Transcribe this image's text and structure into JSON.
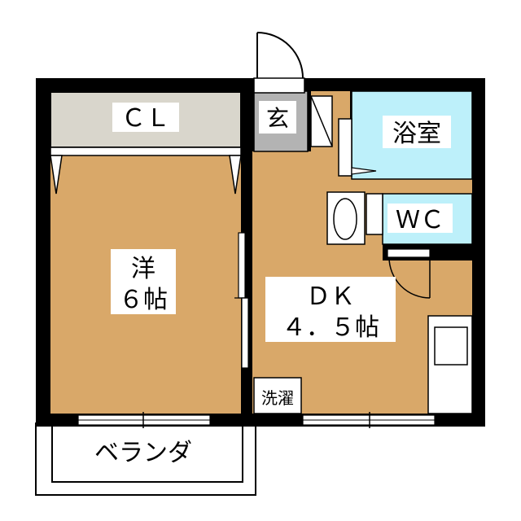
{
  "floorplan": {
    "rooms": {
      "closet": {
        "label": "ＣＬ"
      },
      "western_room": {
        "label_line1": "洋",
        "label_line2": "６帖"
      },
      "entrance": {
        "label": "玄"
      },
      "bathroom": {
        "label": "浴室"
      },
      "toilet": {
        "label": "ＷＣ"
      },
      "dining_kitchen": {
        "label_line1": "ＤＫ",
        "label_line2": "４．５帖"
      },
      "laundry": {
        "label": "洗濯"
      },
      "balcony": {
        "label": "ベランダ"
      }
    },
    "colors": {
      "wall": "#000000",
      "floor": "#d9a869",
      "closet": "#d9d6cc",
      "entrance": "#b3b3b3",
      "wet_area": "#bdf0fa",
      "label_bg": "#ffffff"
    }
  }
}
